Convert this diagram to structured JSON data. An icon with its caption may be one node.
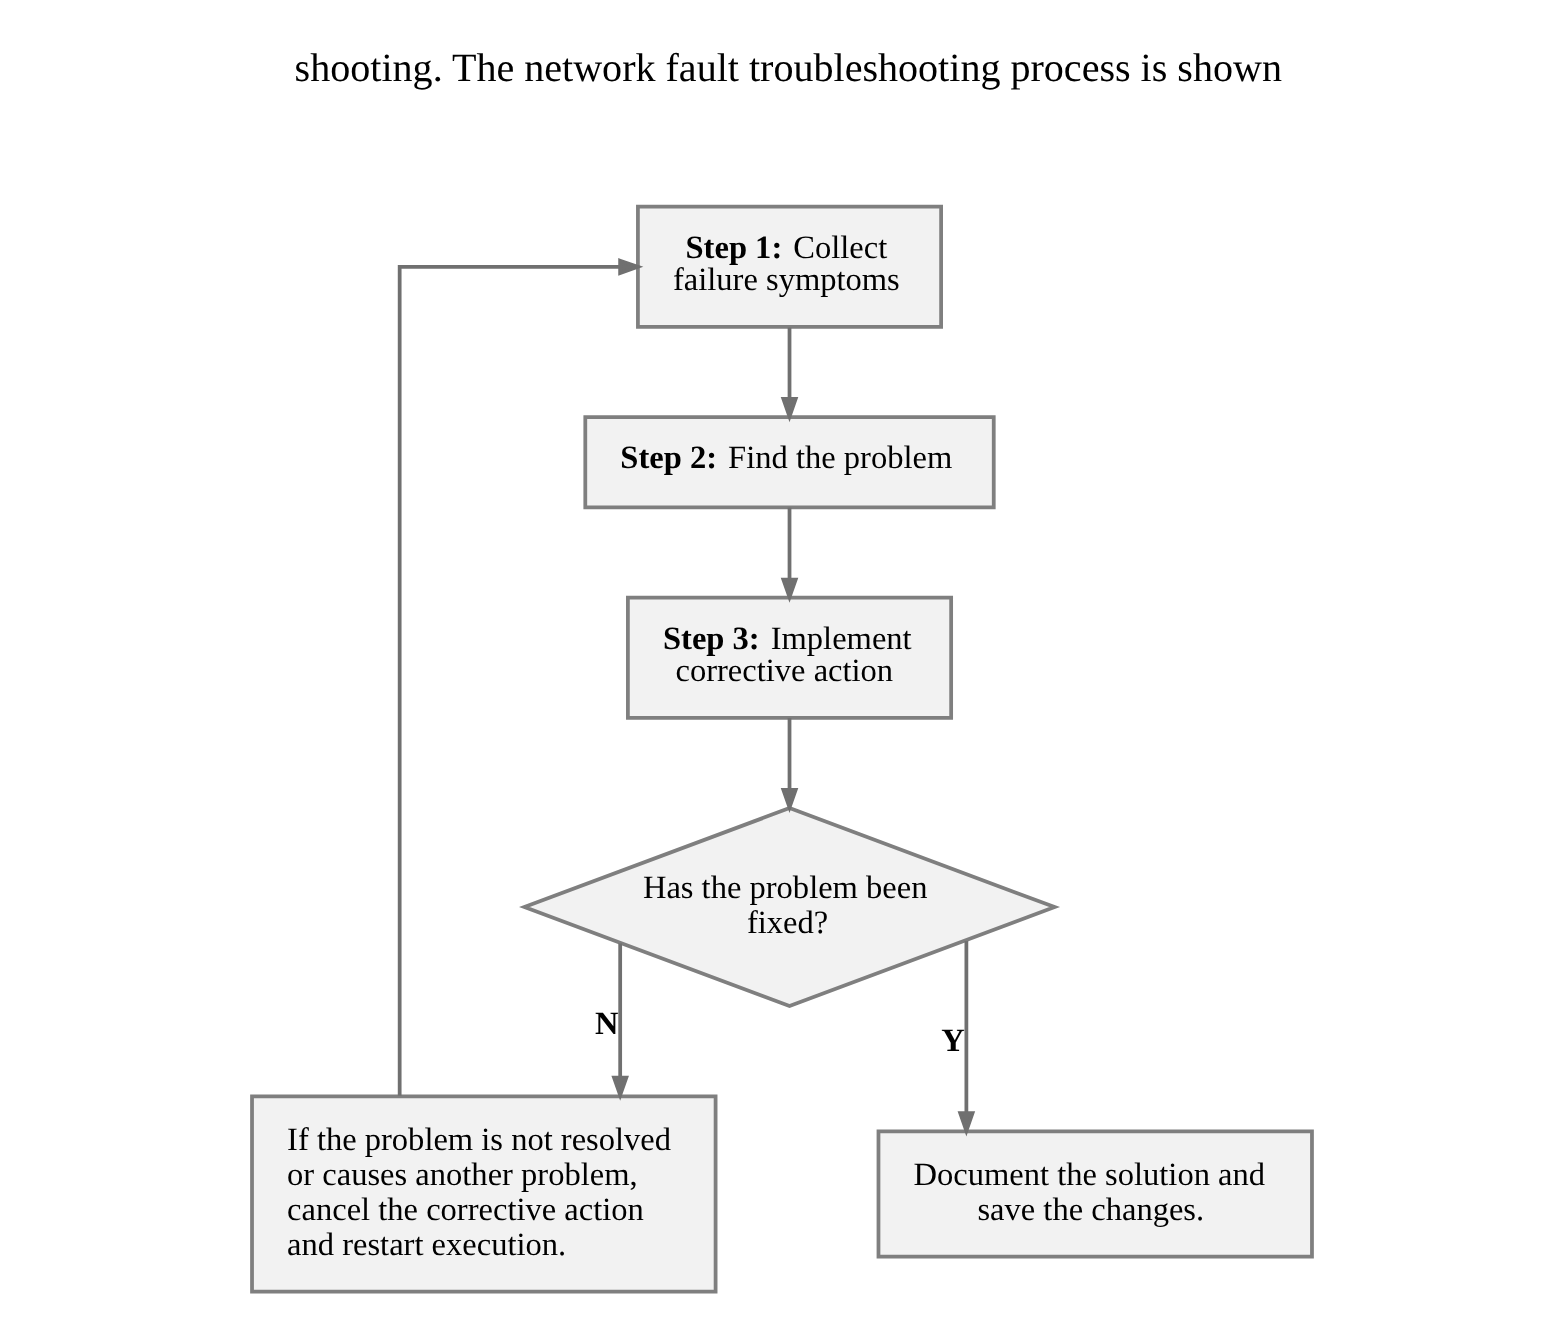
{
  "diagram": {
    "nodes": [
      {
        "text": [
          "**Step 1:** Collect failure symptoms"
        ]
      },
      {
        "text": [
          "**Step 2:** Find the problem"
        ]
      },
      {
        "text": [
          "**Step 3:** Implement corrective action"
        ]
      },
      {
        "text": [
          "Has the problem been fixed?"
        ]
      },
      {
        "text": [
          "If the problem is not resolved or causes another problem, cancel the corrective action and restart execution."
        ]
      },
      {
        "text": [
          "Document the solution and save the changes."
        ]
      }
    ],
    "edges": [
      {
        "from": 0,
        "to": 1,
        "arrow": "to"
      },
      {
        "from": 1,
        "to": 2,
        "arrow": "to"
      },
      {
        "from": 2,
        "to": 3,
        "arrow": "to"
      },
      {
        "from": 3,
        "to": 4,
        "arrow": "to",
        "label": "N"
      },
      {
        "from": 3,
        "to": 5,
        "arrow": "to",
        "label": "Y"
      },
      {
        "from": 4,
        "to": 0,
        "arrow": "to"
      }
    ],
    "labels": [
      "shooting. The network fault troubleshooting process is shown"
    ]
  }
}
